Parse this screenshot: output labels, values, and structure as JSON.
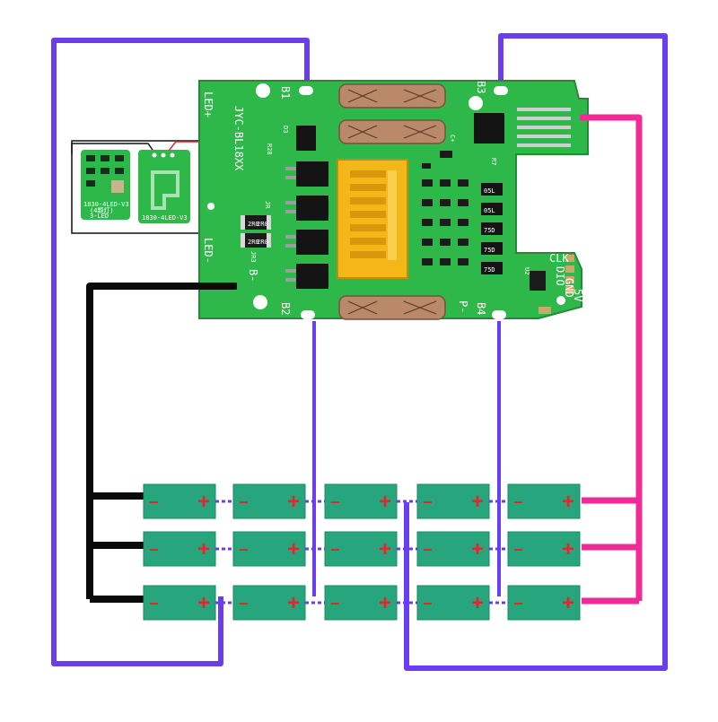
{
  "board": {
    "model": "JYC-BL18XX",
    "pads": {
      "b1": "B1",
      "b2": "B2",
      "b3": "B3",
      "b4": "B4",
      "b_minus": "B-",
      "p_minus": "P-"
    },
    "led_plus": "LED+",
    "led_minus": "LED-",
    "refs": {
      "d3": "D3",
      "r28": "R28",
      "jr": "JR",
      "jr3": "JR3",
      "u2": "U2",
      "cplus": "C+",
      "r7": "R7"
    },
    "header_pins": [
      "CLK",
      "DIO",
      "GND",
      "5V"
    ],
    "smd_codes": [
      "2R0",
      "2R0",
      "2R0",
      "2R0"
    ],
    "resistor_codes": [
      "05L",
      "05L",
      "75D",
      "75D",
      "75D"
    ]
  },
  "led_module": {
    "label_left": "1830-4LED-V3",
    "label_left_sub": "(4颗灯)",
    "label_left_sub2": "3-LED",
    "label_right": "1830-4LED-V3"
  },
  "cells": {
    "minus_sign": "−",
    "plus_sign": "+",
    "columns": 5,
    "rows": 3
  },
  "colors": {
    "pcb_green": "#2fb84a",
    "cell_green": "#27a57c",
    "wire_purple": "#6a3df0",
    "wire_pink": "#f02a96",
    "wire_black": "#0a0a0a",
    "connector_yellow": "#f3b817",
    "sign_red": "#e8242a"
  }
}
